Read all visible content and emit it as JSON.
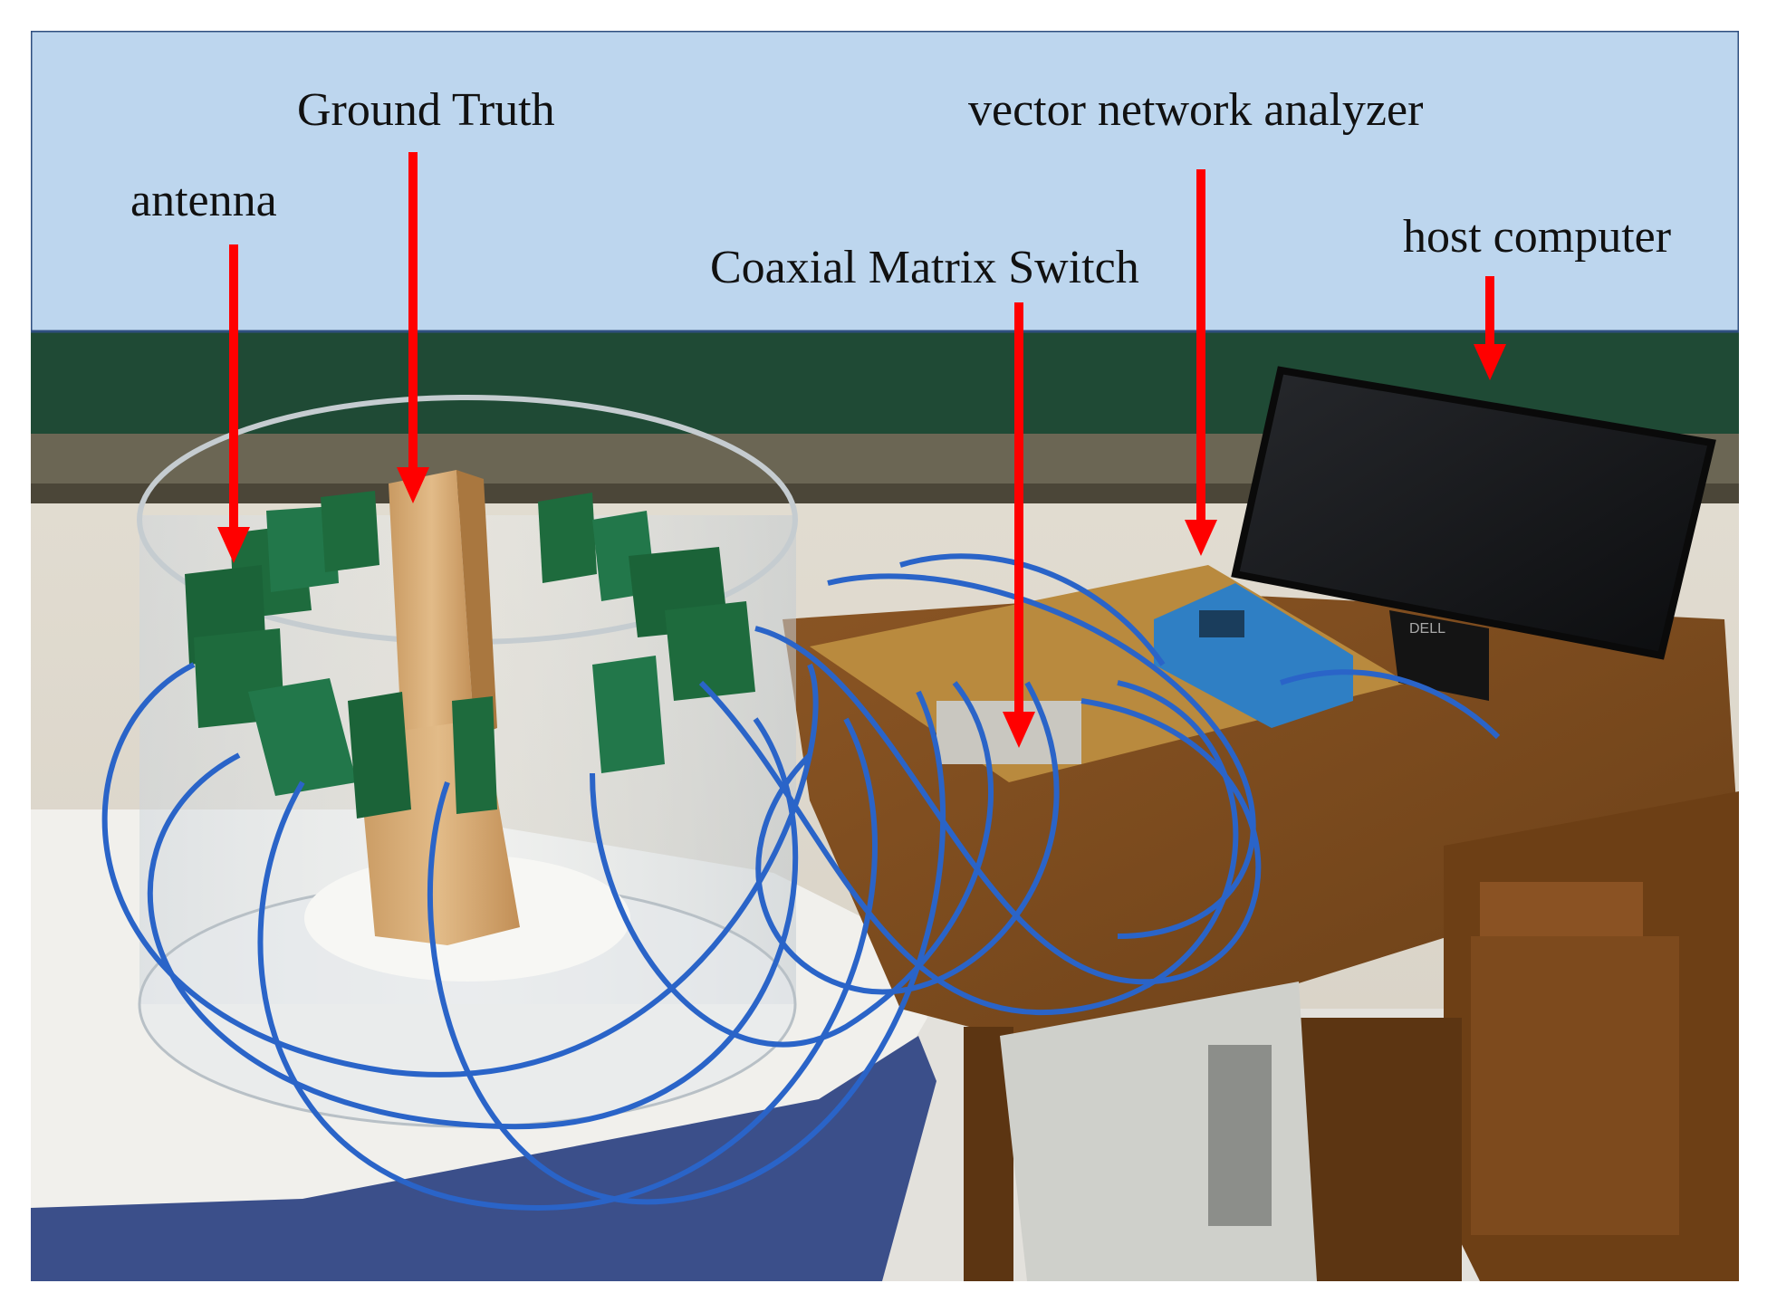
{
  "labels": {
    "antenna": "antenna",
    "ground_truth": "Ground Truth",
    "coaxial_switch": "Coaxial Matrix Switch",
    "vna": "vector network analyzer",
    "host_computer": "host computer"
  },
  "monitor": {
    "brand": "DELL"
  },
  "colors": {
    "banner": "#bdd6ee",
    "arrow": "#ff0000",
    "chalkboard": "#1f4a35",
    "desk": "#7a4a1c",
    "cable": "#2a64c8",
    "antenna_board": "#1e6b3d",
    "wood_post": "#d9b07d"
  }
}
